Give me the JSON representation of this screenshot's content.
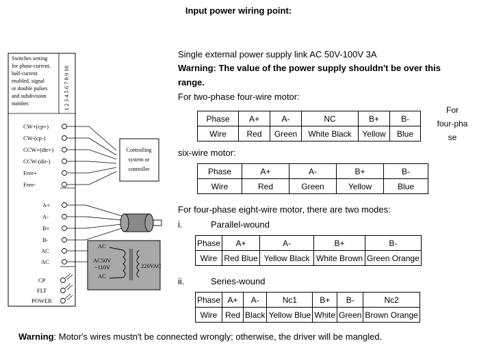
{
  "title": "Input power wiring point:",
  "intro": {
    "supply": "Single external power supply link AC 50V-100V 3A",
    "warning_line1": "Warning: The value of the power supply shouldn't be over this",
    "warning_line2": "range.",
    "two_phase_label": "For two-phase four-wire motor:"
  },
  "side_note": [
    "For",
    "four-pha",
    "se"
  ],
  "six_wire_label": "six-wire motor:",
  "eight_wire_label": "For four-phase eight-wire motor, there are two modes:",
  "mode1": {
    "num": "i.",
    "label": "Parallel-wound"
  },
  "mode2": {
    "num": "ii.",
    "label": "Series-wound"
  },
  "tables": {
    "four_wire": {
      "header": [
        "Phase",
        "A+",
        "A-",
        "NC",
        "B+",
        "B-"
      ],
      "row": [
        "Wire",
        "Red",
        "Green",
        "White Black",
        "Yellow",
        "Blue"
      ]
    },
    "six_wire": {
      "header": [
        "Phase",
        "A+",
        "A-",
        "B+",
        "B-"
      ],
      "row": [
        "Wire",
        "Red",
        "Green",
        "Yellow",
        "Blue"
      ]
    },
    "parallel": {
      "header": [
        "Phase",
        "A+",
        "A-",
        "B+",
        "B-"
      ],
      "row": [
        "Wire",
        "Red Blue",
        "Yellow Black",
        "White Brown",
        "Green Orange"
      ]
    },
    "series": {
      "header": [
        "Phase",
        "A+",
        "A-",
        "Nc1",
        "B+",
        "B-",
        "Nc2"
      ],
      "row": [
        "Wire",
        "Red",
        "Black",
        "Yellow Blue",
        "White",
        "Green",
        "Brown Orange"
      ]
    }
  },
  "footer": {
    "label": "Warning",
    "sep": ":",
    "text": "Motor's wires mustn't be connected wrongly; otherwise, the driver will be mangled."
  },
  "diagram": {
    "switch_note": [
      "Switches setting",
      "for phase-current,",
      "half-current",
      "enabled, signal",
      "or double pulses",
      "and subdivision",
      "number."
    ],
    "dip_numbers": "1 2 3 4 5 6 7 8 9 10",
    "signal_terminals": [
      "CW+(cp+)",
      "CW-(cp-)",
      "CCW+(dir+)",
      "CCW-(dir-)",
      "Free+",
      "Free-"
    ],
    "controller_label": [
      "Controlling",
      "system or",
      "controller"
    ],
    "motor_terminals": [
      "A+",
      "A-",
      "B+",
      "B-",
      "AC",
      "AC"
    ],
    "transformer": {
      "ac_top": "AC",
      "secondary": [
        "AC50V",
        "~110V"
      ],
      "ac_bottom": "AC",
      "primary": "220VAC"
    },
    "status_labels": [
      "CP",
      "FLT",
      "POWER"
    ]
  }
}
